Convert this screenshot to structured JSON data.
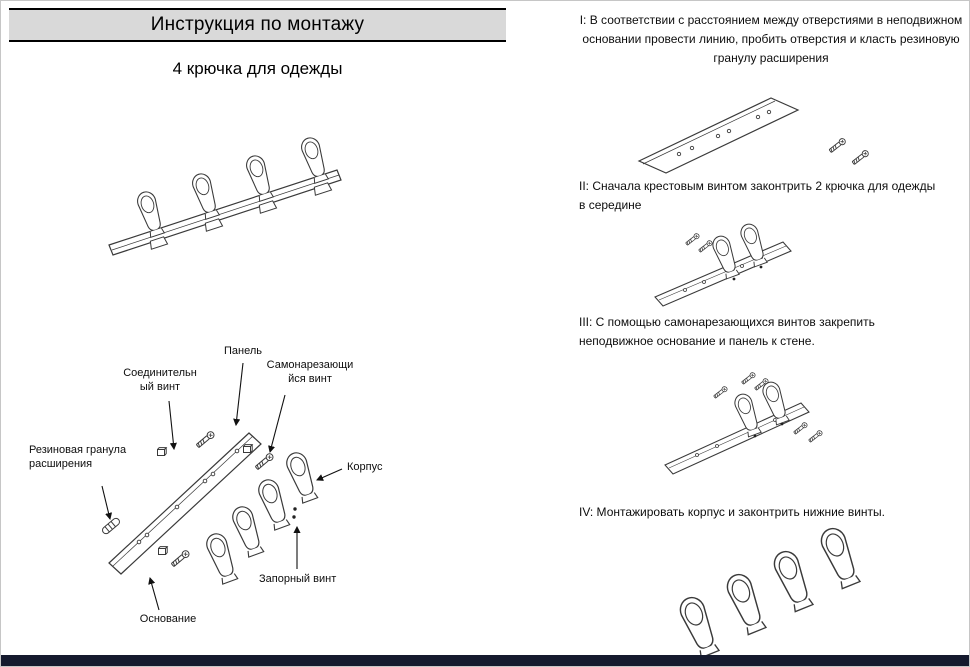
{
  "colors": {
    "header_bg": "#d9d9d9",
    "line_art": "#3a3a3a",
    "footer_bar": "#151a2e"
  },
  "header": {
    "title": "Инструкция по монтажу"
  },
  "product": {
    "subtitle": "4 крючка для одежды"
  },
  "exploded_labels": {
    "panel": "Панель",
    "connecting_screw": "Соединительный винт",
    "self_tapping_screw": "Самонарезающийся винт",
    "rubber_expansion_plug": "Резиновая гранула расширения",
    "body": "Корпус",
    "locking_screw": "Запорный винт",
    "base": "Основание"
  },
  "steps": [
    "I: В соответствии с расстоянием между отверстиями в неподвижном основании провести линию, пробить отверстия и класть резиновую гранулу расширения",
    "II: Сначала крестовым винтом законтрить 2 крючка для одежды в середине",
    "III: С помощью самонарезающихся винтов закрепить неподвижное основание и панель к стене.",
    "IV: Монтажировать корпус и законтрить нижние винты."
  ]
}
